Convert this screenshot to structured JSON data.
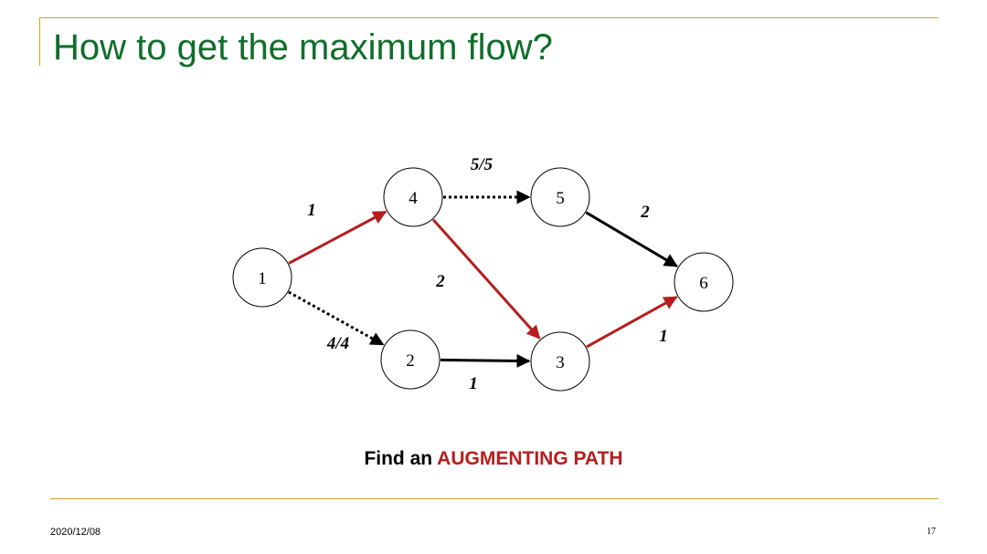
{
  "slide": {
    "title": "How to get the maximum flow?",
    "caption_prefix": "Find an ",
    "caption_highlight": "AUGMENTING PATH",
    "date": "2020/12/08",
    "page_number": "17"
  },
  "colors": {
    "title": "#0f6e2a",
    "rule": "#c9a227",
    "highlight_edge": "#b61d1d",
    "edge": "#000000"
  },
  "graph": {
    "nodes": [
      {
        "id": "1",
        "label": "1"
      },
      {
        "id": "2",
        "label": "2"
      },
      {
        "id": "3",
        "label": "3"
      },
      {
        "id": "4",
        "label": "4"
      },
      {
        "id": "5",
        "label": "5"
      },
      {
        "id": "6",
        "label": "6"
      }
    ],
    "edges": [
      {
        "from": "1",
        "to": "4",
        "label": "1",
        "style": "highlight"
      },
      {
        "from": "1",
        "to": "2",
        "label": "4/4",
        "style": "dotted"
      },
      {
        "from": "4",
        "to": "5",
        "label": "5/5",
        "style": "dotted"
      },
      {
        "from": "4",
        "to": "3",
        "label": "2",
        "style": "highlight"
      },
      {
        "from": "2",
        "to": "3",
        "label": "1",
        "style": "solid"
      },
      {
        "from": "5",
        "to": "6",
        "label": "2",
        "style": "solid"
      },
      {
        "from": "3",
        "to": "6",
        "label": "1",
        "style": "highlight"
      }
    ]
  }
}
